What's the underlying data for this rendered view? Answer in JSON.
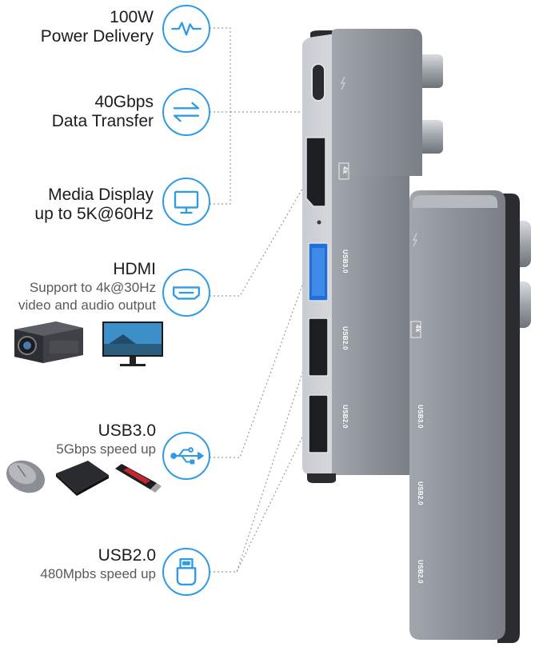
{
  "features": [
    {
      "title_lines": [
        "100W",
        "Power Delivery"
      ],
      "sub_lines": [],
      "icon": "power-delivery-icon"
    },
    {
      "title_lines": [
        "40Gbps",
        "Data Transfer"
      ],
      "sub_lines": [],
      "icon": "data-transfer-icon"
    },
    {
      "title_lines": [
        "Media Display",
        "up to 5K@60Hz"
      ],
      "sub_lines": [],
      "icon": "monitor-icon"
    },
    {
      "title_lines": [
        "HDMI"
      ],
      "sub_lines": [
        "Support to 4k@30Hz",
        "video and audio output"
      ],
      "icon": "hdmi-icon"
    },
    {
      "title_lines": [
        "USB3.0"
      ],
      "sub_lines": [
        "5Gbps speed up"
      ],
      "icon": "usb-icon"
    },
    {
      "title_lines": [
        "USB2.0"
      ],
      "sub_lines": [
        "480Mpbs speed up"
      ],
      "icon": "usb-connector-icon"
    }
  ],
  "port_labels": {
    "front": [
      "4k",
      "USB3.0",
      "USB2.0",
      "USB2.0"
    ],
    "back": [
      "4k",
      "USB3.0",
      "USB2.0",
      "USB2.0"
    ]
  },
  "colors": {
    "accent": "#2e9be6",
    "hub_body": "#8d9298",
    "hub_light": "#b9bdc2",
    "usb3_blue": "#1f6fd6",
    "dotted_line": "#9a9a9a"
  }
}
